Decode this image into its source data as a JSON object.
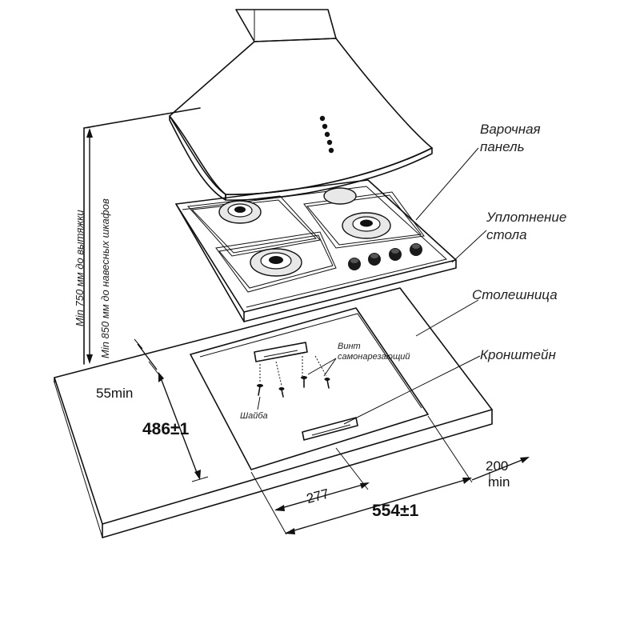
{
  "labels": {
    "hob": "Варочная\nпанель",
    "seal": "Уплотнение\nстола",
    "countertop": "Столешница",
    "bracket": "Кронштейн",
    "screw": "Винт\nсамонарезающий",
    "washer": "Шайба"
  },
  "vertical_notes": {
    "hood": "Min 750 мм до вытяжки",
    "cabinets": "Min 850 мм до навесных шкафов"
  },
  "dimensions": {
    "front_gap": "55min",
    "depth": "486",
    "depth_tol": "±1",
    "width": "554",
    "width_tol": "±1",
    "half_width": "277",
    "side_gap_value": "200",
    "side_gap_unit": "min"
  },
  "colors": {
    "line": "#111111",
    "background": "#ffffff",
    "hood_fill": "#ffffff",
    "burner_fill": "#e8e8e8",
    "knob_fill": "#1a1a1a"
  }
}
